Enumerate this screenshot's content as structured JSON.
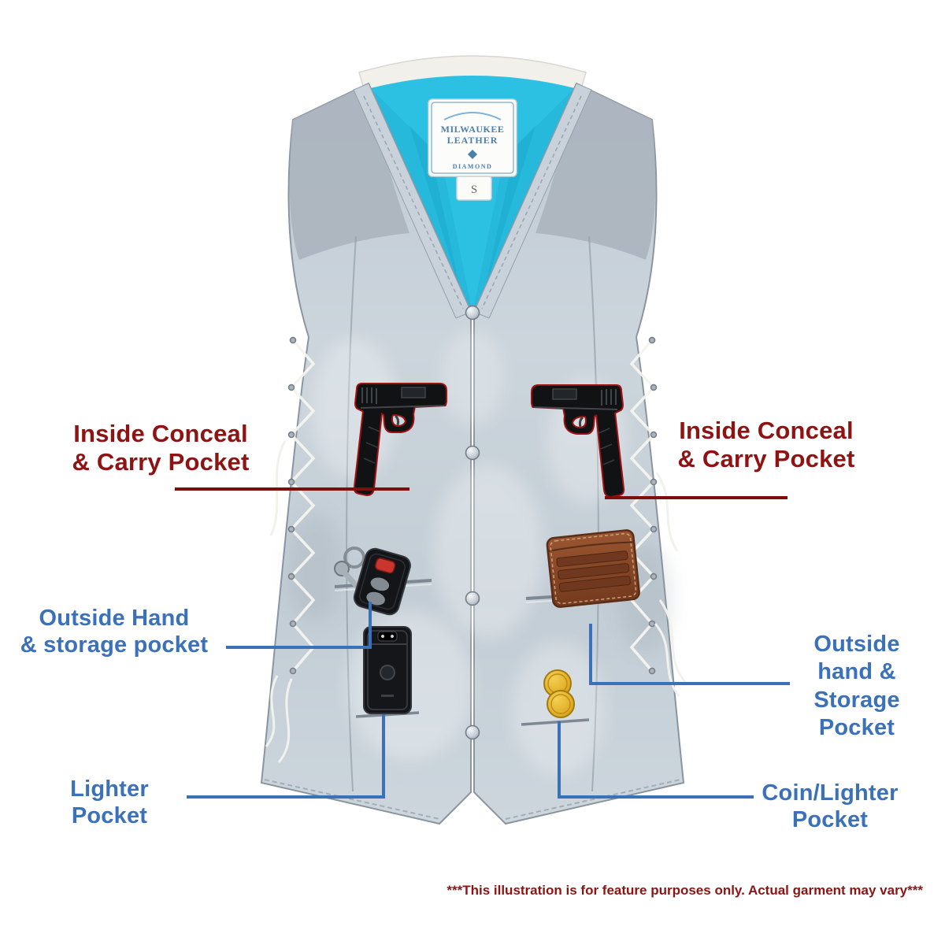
{
  "page": {
    "disclaimer": "***This illustration is for feature purposes only.  Actual garment may vary***"
  },
  "colors": {
    "conceal_text": "#8e1414",
    "conceal_line": "#7e0d0d",
    "feature_text": "#3a71b8",
    "feature_line": "#3a71b8",
    "lining_blue": "#2cc0e3",
    "leather_grey": "#c6cfd7",
    "coin_gold": "#e0ac25",
    "wallet_brown": "#8a4a2b"
  },
  "tag": {
    "brand_line1": "MILWAUKEE",
    "brand_line2": "LEATHER",
    "brand_badge": "DIAMOND",
    "size": "S"
  },
  "callouts": {
    "inside_left": {
      "line1": "Inside Conceal",
      "line2": "& Carry Pocket"
    },
    "inside_right": {
      "line1": "Inside Conceal",
      "line2": "& Carry Pocket"
    },
    "outside_left": {
      "line1": "Outside Hand",
      "line2": "& storage pocket"
    },
    "outside_right": {
      "line1": "Outside",
      "line2": "hand &",
      "line3": "Storage",
      "line4": "Pocket"
    },
    "lighter": {
      "line1": "Lighter",
      "line2": "Pocket"
    },
    "coin": {
      "line1": "Coin/Lighter",
      "line2": "Pocket"
    }
  },
  "objects": {
    "pistol_left": "handgun",
    "pistol_right": "handgun",
    "key_fob": "car key remote with keys",
    "lighter": "black lighter",
    "wallet": "brown leather wallet",
    "coins": "gold coins"
  }
}
